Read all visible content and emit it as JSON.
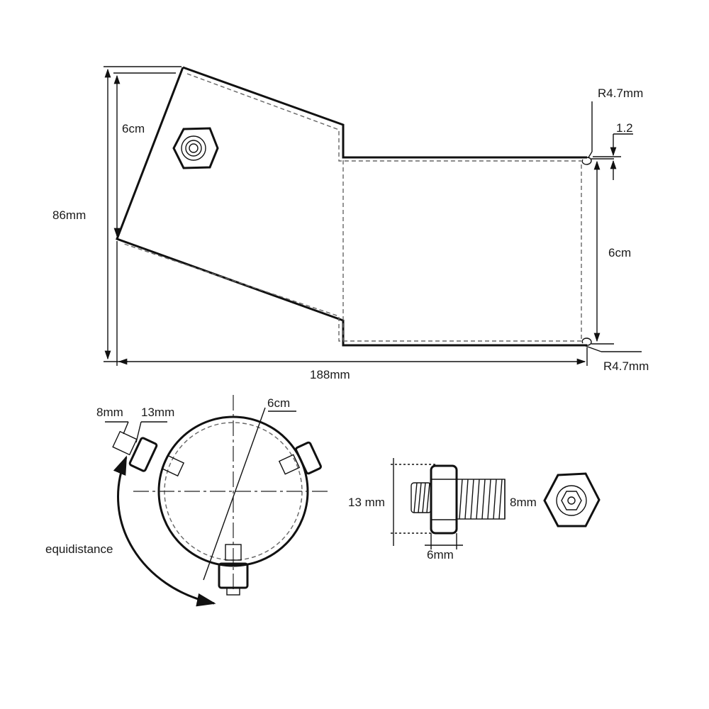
{
  "labels": {
    "height_86mm": "86mm",
    "top_6cm": "6cm",
    "right_6cm": "6cm",
    "width_188mm": "188mm",
    "radius_top": "R4.7mm",
    "radius_bottom": "R4.7mm",
    "thickness_1_2": "1.2",
    "ring_8mm": "8mm",
    "ring_13mm": "13mm",
    "ring_6cm": "6cm",
    "equidistance": "equidistance",
    "bolt_13mm": "13 mm",
    "bolt_8mm": "8mm",
    "bolt_6mm": "6mm"
  },
  "colors": {
    "line": "#111111",
    "hidden_line": "#666666",
    "background": "#ffffff"
  },
  "icons": {
    "nut_on_body": "hex-nut-icon",
    "nut_end_view": "hex-nut-icon"
  }
}
